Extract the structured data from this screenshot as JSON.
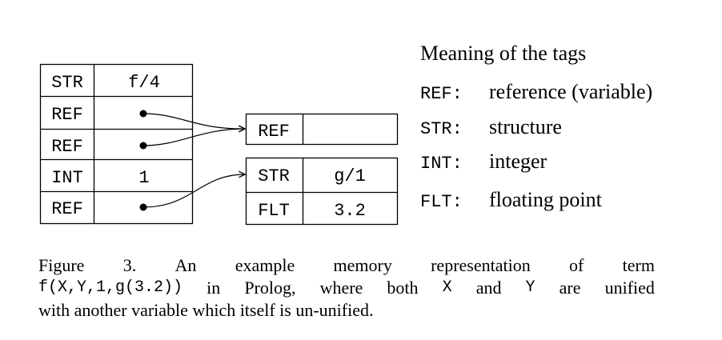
{
  "main_table": {
    "rows": [
      {
        "tag": "STR",
        "value": "f/4"
      },
      {
        "tag": "REF",
        "value": "",
        "pointer": true
      },
      {
        "tag": "REF",
        "value": "",
        "pointer": true
      },
      {
        "tag": "INT",
        "value": "1"
      },
      {
        "tag": "REF",
        "value": "",
        "pointer": true
      }
    ]
  },
  "ref_box": {
    "tag": "REF",
    "value": ""
  },
  "struct_box": {
    "rows": [
      {
        "tag": "STR",
        "value": "g/1"
      },
      {
        "tag": "FLT",
        "value": "3.2"
      }
    ]
  },
  "legend": {
    "title": "Meaning of the tags",
    "items": [
      {
        "tag": "REF:",
        "meaning": "reference (variable)"
      },
      {
        "tag": "STR:",
        "meaning": "structure"
      },
      {
        "tag": "INT:",
        "meaning": "integer"
      },
      {
        "tag": "FLT:",
        "meaning": "floating point"
      }
    ]
  },
  "caption": {
    "line1": [
      "Figure",
      "3.",
      "An",
      "example",
      "memory",
      "representation",
      "of",
      "term"
    ],
    "line2_code": "f(X,Y,1,g(3.2))",
    "line2": [
      "in",
      "Prolog,",
      "where",
      "both"
    ],
    "line2_x": "X",
    "line2_and": "and",
    "line2_y": "Y",
    "line2_end": [
      "are",
      "unified"
    ],
    "line3": "with another variable which itself is un-unified."
  }
}
